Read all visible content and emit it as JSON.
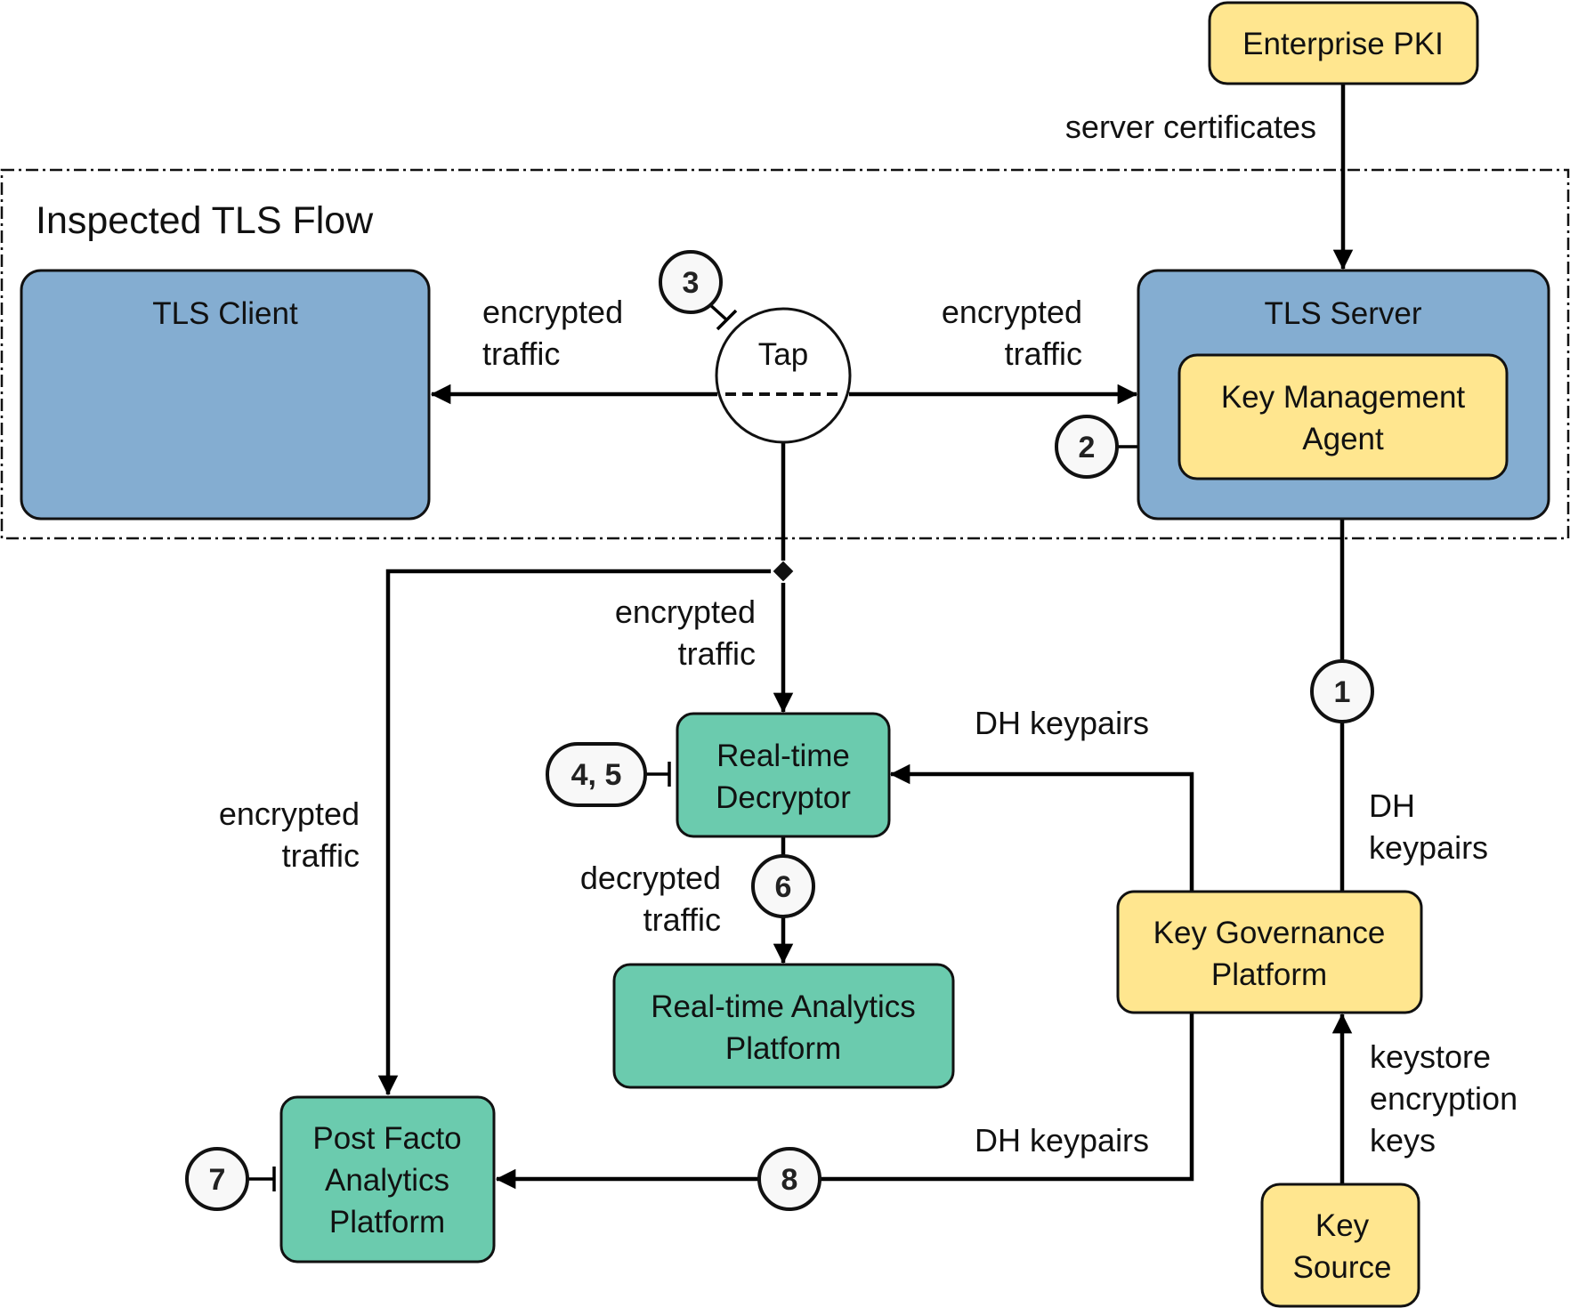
{
  "title": "Inspected TLS Flow",
  "colors": {
    "blue": "#84add1",
    "yellow": "#ffe68f",
    "green": "#6bcbae",
    "badge": "#f8f8f8",
    "line": "#000000"
  },
  "nodes": {
    "enterprise_pki": {
      "lines": [
        "Enterprise PKI"
      ],
      "color": "yellow"
    },
    "tls_client": {
      "lines": [
        "TLS Client"
      ],
      "color": "blue"
    },
    "tls_server": {
      "lines": [
        "TLS Server"
      ],
      "color": "blue"
    },
    "key_management_agent": {
      "lines": [
        "Key Management",
        "Agent"
      ],
      "color": "yellow"
    },
    "tap": {
      "lines": [
        "Tap"
      ]
    },
    "realtime_decryptor": {
      "lines": [
        "Real-time",
        "Decryptor"
      ],
      "color": "green"
    },
    "realtime_analytics": {
      "lines": [
        "Real-time Analytics",
        "Platform"
      ],
      "color": "green"
    },
    "post_facto_analytics": {
      "lines": [
        "Post Facto",
        "Analytics",
        "Platform"
      ],
      "color": "green"
    },
    "key_governance_platform": {
      "lines": [
        "Key Governance",
        "Platform"
      ],
      "color": "yellow"
    },
    "key_source": {
      "lines": [
        "Key",
        "Source"
      ],
      "color": "yellow"
    }
  },
  "edge_labels": {
    "server_certificates": [
      "server certificates"
    ],
    "tap_to_client": [
      "encrypted",
      "traffic"
    ],
    "tap_to_server": [
      "encrypted",
      "traffic"
    ],
    "split_to_decryptor": [
      "encrypted",
      "traffic"
    ],
    "split_to_post_facto": [
      "encrypted",
      "traffic"
    ],
    "decrypted": [
      "decrypted",
      "traffic"
    ],
    "kgp_to_decryptor": [
      "DH keypairs"
    ],
    "kgp_to_kma": [
      "DH",
      "keypairs"
    ],
    "kgp_to_post_facto": [
      "DH keypairs"
    ],
    "keystore": [
      "keystore",
      "encryption",
      "keys"
    ]
  },
  "badges": {
    "b1": "1",
    "b2": "2",
    "b3": "3",
    "b45": "4, 5",
    "b6": "6",
    "b7": "7",
    "b8": "8"
  }
}
